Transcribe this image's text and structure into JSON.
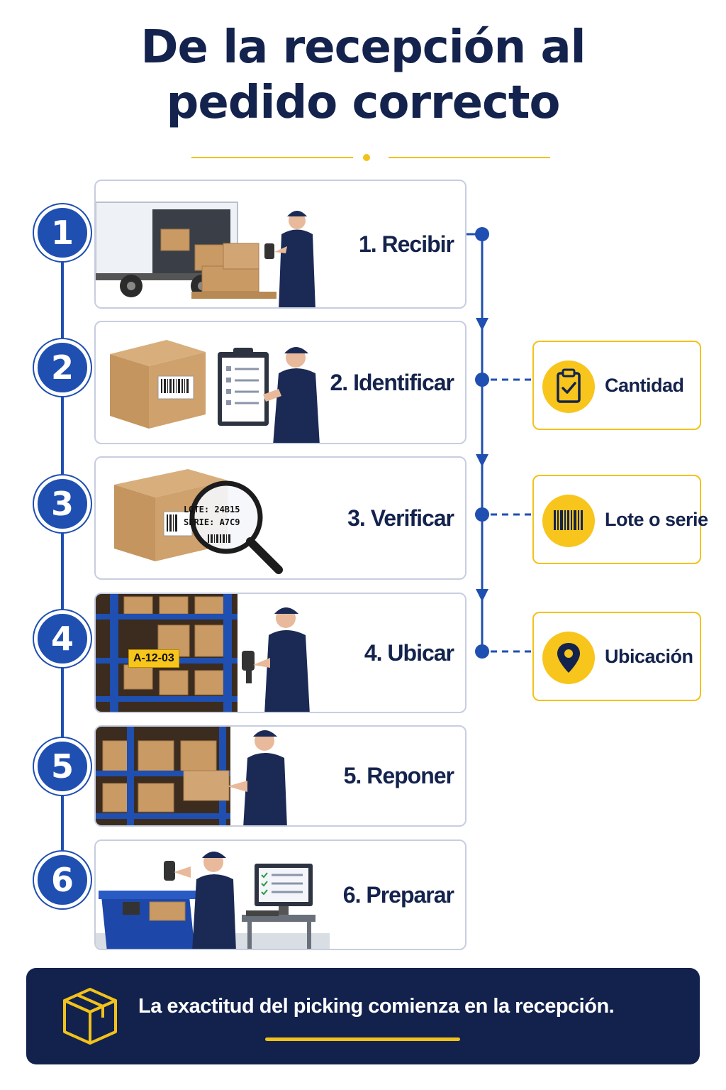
{
  "title": {
    "line1": "De la recepción al",
    "line2": "pedido correcto"
  },
  "steps": [
    {
      "number": "1",
      "label": "1. Recibir"
    },
    {
      "number": "2",
      "label": "2. Identificar"
    },
    {
      "number": "3",
      "label": "3. Verificar",
      "tag_lote": "LOTE: 24B15",
      "tag_serie": "SERIE: A7C9"
    },
    {
      "number": "4",
      "label": "4. Ubicar",
      "location_tag": "A-12-03"
    },
    {
      "number": "5",
      "label": "5. Reponer"
    },
    {
      "number": "6",
      "label": "6. Preparar"
    }
  ],
  "side_items": [
    {
      "label": "Cantidad",
      "icon": "clipboard-check-icon"
    },
    {
      "label": "Lote o serie",
      "icon": "barcode-icon"
    },
    {
      "label": "Ubicación",
      "icon": "location-pin-icon"
    }
  ],
  "footer": {
    "text": "La exactitud del picking comienza en la recepción.",
    "icon": "box-icon"
  },
  "colors": {
    "navy": "#14234d",
    "blue": "#1f4fb0",
    "yellow": "#f2c21a",
    "cardboard": "#c99a64"
  }
}
